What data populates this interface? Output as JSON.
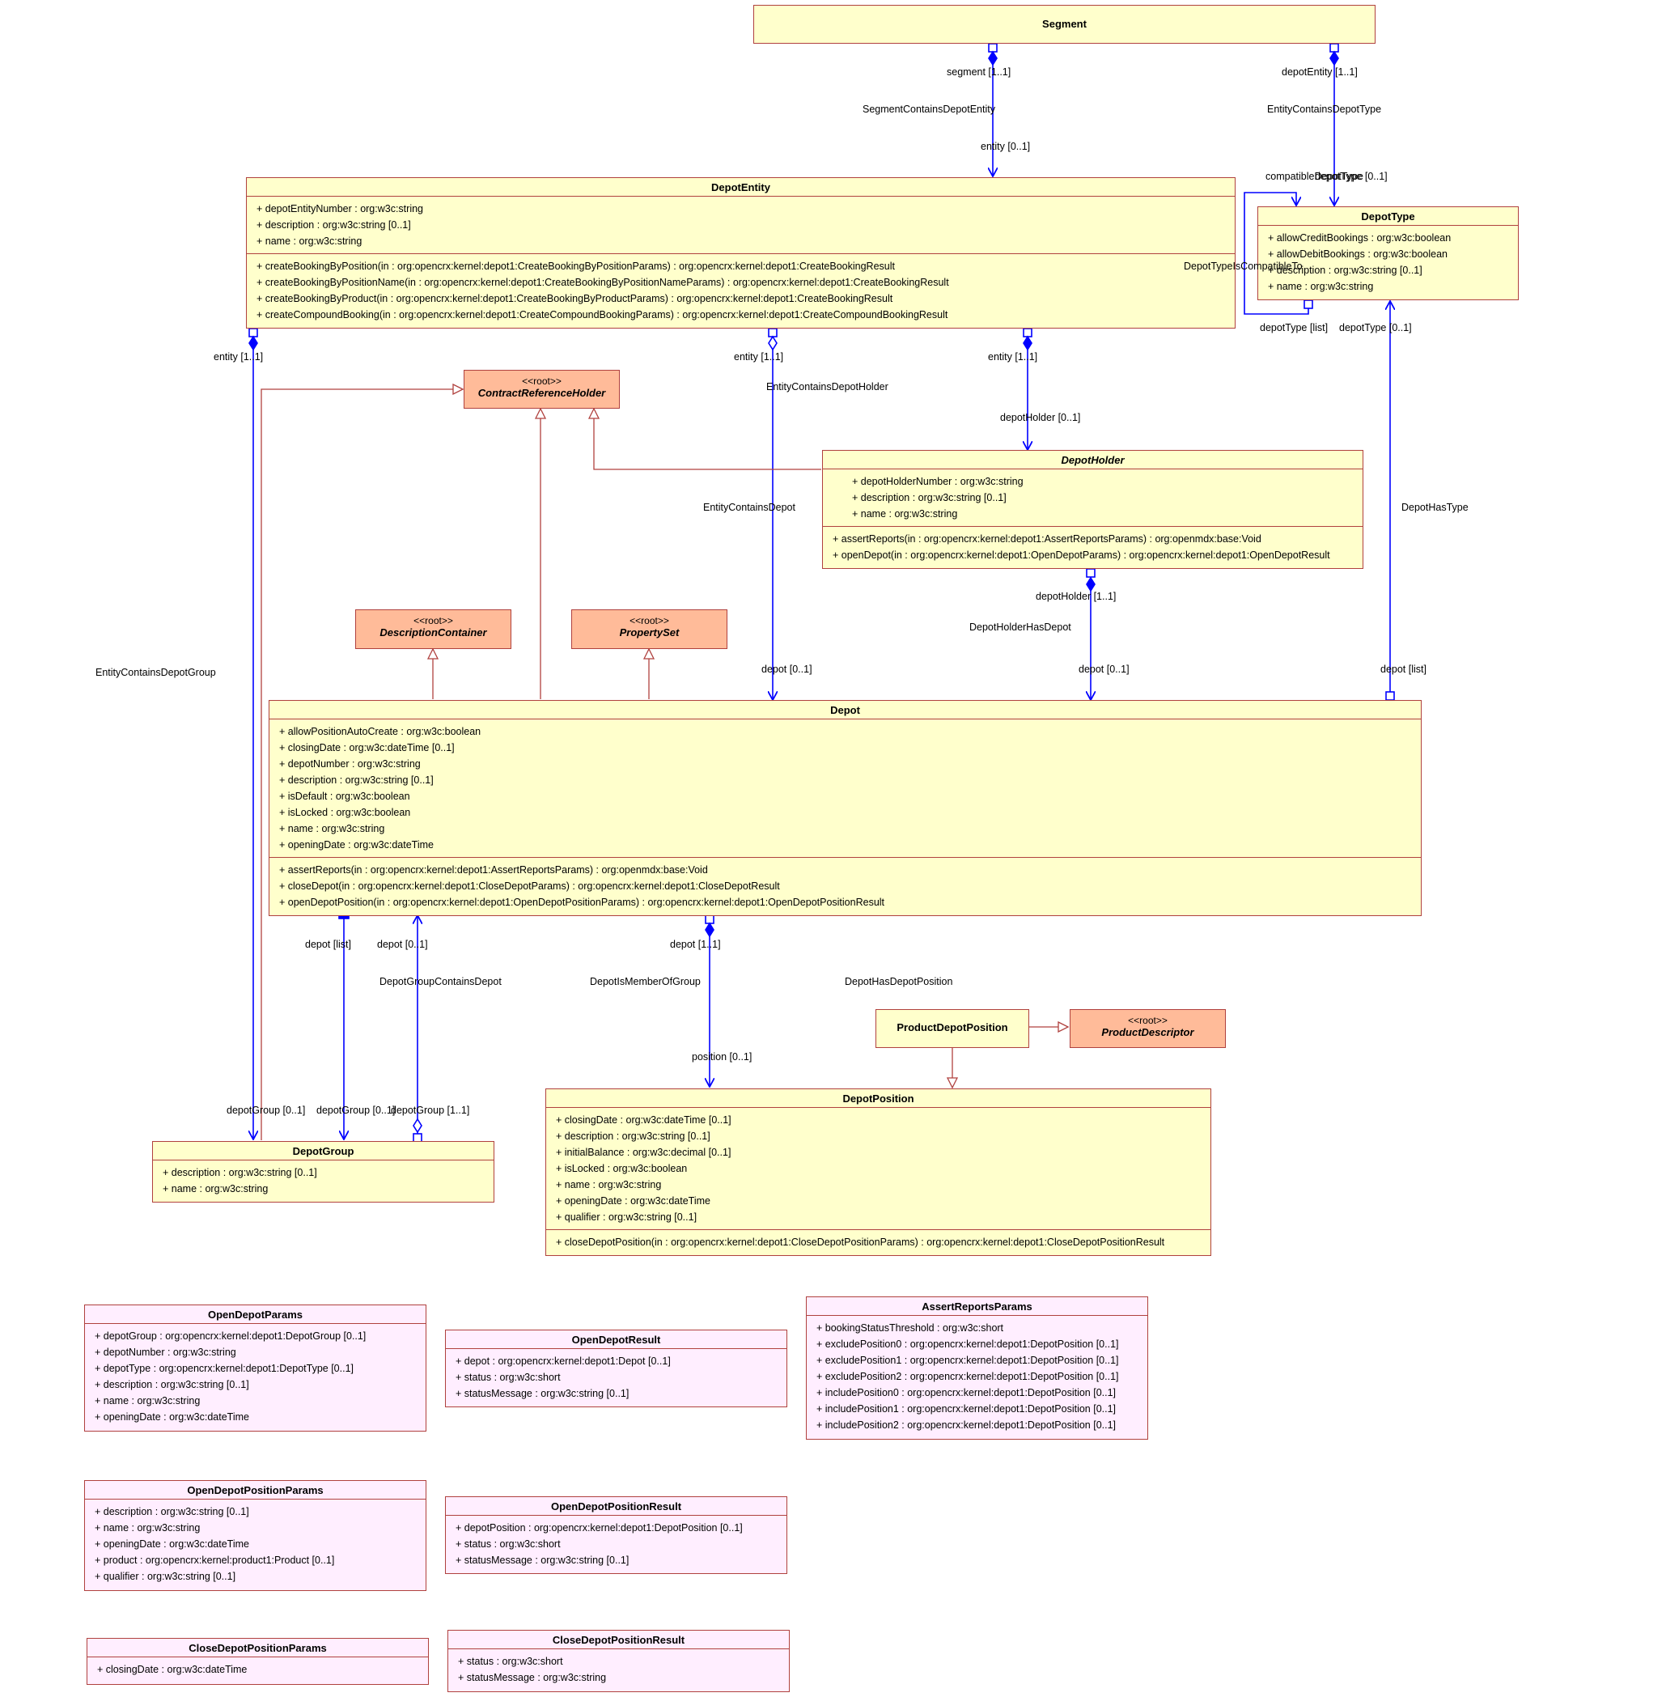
{
  "classes": {
    "segment": {
      "name": "Segment",
      "attributes": [],
      "operations": []
    },
    "depot_entity": {
      "name": "DepotEntity",
      "attributes": [
        "+ depotEntityNumber : org:w3c:string",
        "+ description : org:w3c:string [0..1]",
        "+ name : org:w3c:string"
      ],
      "operations": [
        "+ createBookingByPosition(in : org:opencrx:kernel:depot1:CreateBookingByPositionParams) : org:opencrx:kernel:depot1:CreateBookingResult",
        "+ createBookingByPositionName(in : org:opencrx:kernel:depot1:CreateBookingByPositionNameParams) : org:opencrx:kernel:depot1:CreateBookingResult",
        "+ createBookingByProduct(in : org:opencrx:kernel:depot1:CreateBookingByProductParams) : org:opencrx:kernel:depot1:CreateBookingResult",
        "+ createCompoundBooking(in : org:opencrx:kernel:depot1:CreateCompoundBookingParams) : org:opencrx:kernel:depot1:CreateCompoundBookingResult"
      ]
    },
    "depot_type": {
      "name": "DepotType",
      "attributes": [
        "+ allowCreditBookings : org:w3c:boolean",
        "+ allowDebitBookings : org:w3c:boolean",
        "+ description : org:w3c:string [0..1]",
        "+ name : org:w3c:string"
      ],
      "operations": []
    },
    "depot_holder": {
      "name": "DepotHolder",
      "attributes": [
        "+ depotHolderNumber : org:w3c:string",
        "+ description : org:w3c:string [0..1]",
        "+ name : org:w3c:string"
      ],
      "operations": [
        "+ assertReports(in : org:opencrx:kernel:depot1:AssertReportsParams) : org:openmdx:base:Void",
        "+ openDepot(in : org:opencrx:kernel:depot1:OpenDepotParams) : org:opencrx:kernel:depot1:OpenDepotResult"
      ]
    },
    "depot": {
      "name": "Depot",
      "attributes": [
        "+ allowPositionAutoCreate : org:w3c:boolean",
        "+ closingDate : org:w3c:dateTime [0..1]",
        "+ depotNumber : org:w3c:string",
        "+ description : org:w3c:string [0..1]",
        "+ isDefault : org:w3c:boolean",
        "+ isLocked : org:w3c:boolean",
        "+ name : org:w3c:string",
        "+ openingDate : org:w3c:dateTime"
      ],
      "operations": [
        "+ assertReports(in : org:opencrx:kernel:depot1:AssertReportsParams) : org:openmdx:base:Void",
        "+ closeDepot(in : org:opencrx:kernel:depot1:CloseDepotParams) : org:opencrx:kernel:depot1:CloseDepotResult",
        "+ openDepotPosition(in : org:opencrx:kernel:depot1:OpenDepotPositionParams) : org:opencrx:kernel:depot1:OpenDepotPositionResult"
      ]
    },
    "depot_group": {
      "name": "DepotGroup",
      "attributes": [
        "+ description : org:w3c:string [0..1]",
        "+ name : org:w3c:string"
      ],
      "operations": []
    },
    "product_depot_position": {
      "name": "ProductDepotPosition",
      "attributes": [],
      "operations": []
    },
    "depot_position": {
      "name": "DepotPosition",
      "attributes": [
        "+ closingDate : org:w3c:dateTime [0..1]",
        "+ description : org:w3c:string [0..1]",
        "+ initialBalance : org:w3c:decimal [0..1]",
        "+ isLocked : org:w3c:boolean",
        "+ name : org:w3c:string",
        "+ openingDate : org:w3c:dateTime",
        "+ qualifier : org:w3c:string [0..1]"
      ],
      "operations": [
        "+ closeDepotPosition(in : org:opencrx:kernel:depot1:CloseDepotPositionParams) : org:opencrx:kernel:depot1:CloseDepotPositionResult"
      ]
    }
  },
  "root_classes": {
    "contract_reference_holder": {
      "stereotype": "<<root>>",
      "name": "ContractReferenceHolder"
    },
    "description_container": {
      "stereotype": "<<root>>",
      "name": "DescriptionContainer"
    },
    "property_set": {
      "stereotype": "<<root>>",
      "name": "PropertySet"
    },
    "product_descriptor": {
      "stereotype": "<<root>>",
      "name": "ProductDescriptor"
    }
  },
  "datatypes": {
    "open_depot_params": {
      "name": "OpenDepotParams",
      "attributes": [
        "+ depotGroup : org:opencrx:kernel:depot1:DepotGroup [0..1]",
        "+ depotNumber : org:w3c:string",
        "+ depotType : org:opencrx:kernel:depot1:DepotType [0..1]",
        "+ description : org:w3c:string [0..1]",
        "+ name : org:w3c:string",
        "+ openingDate : org:w3c:dateTime"
      ]
    },
    "open_depot_result": {
      "name": "OpenDepotResult",
      "attributes": [
        "+ depot : org:opencrx:kernel:depot1:Depot [0..1]",
        "+ status : org:w3c:short",
        "+ statusMessage : org:w3c:string [0..1]"
      ]
    },
    "assert_reports_params": {
      "name": "AssertReportsParams",
      "attributes": [
        "+ bookingStatusThreshold : org:w3c:short",
        "+ excludePosition0 : org:opencrx:kernel:depot1:DepotPosition [0..1]",
        "+ excludePosition1 : org:opencrx:kernel:depot1:DepotPosition [0..1]",
        "+ excludePosition2 : org:opencrx:kernel:depot1:DepotPosition [0..1]",
        "+ includePosition0 : org:opencrx:kernel:depot1:DepotPosition [0..1]",
        "+ includePosition1 : org:opencrx:kernel:depot1:DepotPosition [0..1]",
        "+ includePosition2 : org:opencrx:kernel:depot1:DepotPosition [0..1]"
      ]
    },
    "open_depot_position_params": {
      "name": "OpenDepotPositionParams",
      "attributes": [
        "+ description : org:w3c:string [0..1]",
        "+ name : org:w3c:string",
        "+ openingDate : org:w3c:dateTime",
        "+ product : org:opencrx:kernel:product1:Product [0..1]",
        "+ qualifier : org:w3c:string [0..1]"
      ]
    },
    "open_depot_position_result": {
      "name": "OpenDepotPositionResult",
      "attributes": [
        "+ depotPosition : org:opencrx:kernel:depot1:DepotPosition [0..1]",
        "+ status : org:w3c:short",
        "+ statusMessage : org:w3c:string [0..1]"
      ]
    },
    "close_depot_position_params": {
      "name": "CloseDepotPositionParams",
      "attributes": [
        "+ closingDate : org:w3c:dateTime"
      ]
    },
    "close_depot_position_result": {
      "name": "CloseDepotPositionResult",
      "attributes": [
        "+ status : org:w3c:short",
        "+ statusMessage : org:w3c:string"
      ]
    }
  },
  "labels": {
    "segment_role": "segment [1..1]",
    "depot_entity_role_top": "depotEntity [1..1]",
    "segment_contains_depot_entity": "SegmentContainsDepotEntity",
    "entity_contains_depot_type": "EntityContainsDepotType",
    "entity_role_01": "entity [0..1]",
    "compatible_depot_type": "compatibleDepotType",
    "depot_type_role_01_top": "depotType [0..1]",
    "depot_type_is_compatible_to": "DepotTypeIsCompatibleTo",
    "depot_type_list": "depotType [list]",
    "depot_type_role_01": "depotType [0..1]",
    "entity_role_11_a": "entity [1..1]",
    "entity_role_11_b": "entity [1..1]",
    "entity_role_11_c": "entity [1..1]",
    "entity_contains_depot_holder": "EntityContainsDepotHolder",
    "depot_holder_role_01": "depotHolder [0..1]",
    "entity_contains_depot": "EntityContainsDepot",
    "depot_has_type": "DepotHasType",
    "depot_holder_role_11": "depotHolder [1..1]",
    "depot_holder_has_depot": "DepotHolderHasDepot",
    "entity_contains_depot_group": "EntityContainsDepotGroup",
    "depot_role_01_a": "depot [0..1]",
    "depot_role_01_b": "depot [0..1]",
    "depot_list_right": "depot [list]",
    "depot_list_left": "depot [list]",
    "depot_role_01_c": "depot [0..1]",
    "depot_role_11": "depot [1..1]",
    "depot_group_contains_depot": "DepotGroupContainsDepot",
    "depot_is_member_of_group": "DepotIsMemberOfGroup",
    "depot_has_depot_position": "DepotHasDepotPosition",
    "position_role_01": "position [0..1]",
    "depot_group_role_01_a": "depotGroup [0..1]",
    "depot_group_role_01_b": "depotGroup [0..1]",
    "depot_group_role_11": "depotGroup [1..1]"
  },
  "colors": {
    "association": "#0000ff",
    "generalization": "#b0413e",
    "class_fill": "#ffffcc",
    "root_fill": "#ffbb99",
    "datatype_fill": "#ffeeff",
    "border": "#b0413e"
  }
}
